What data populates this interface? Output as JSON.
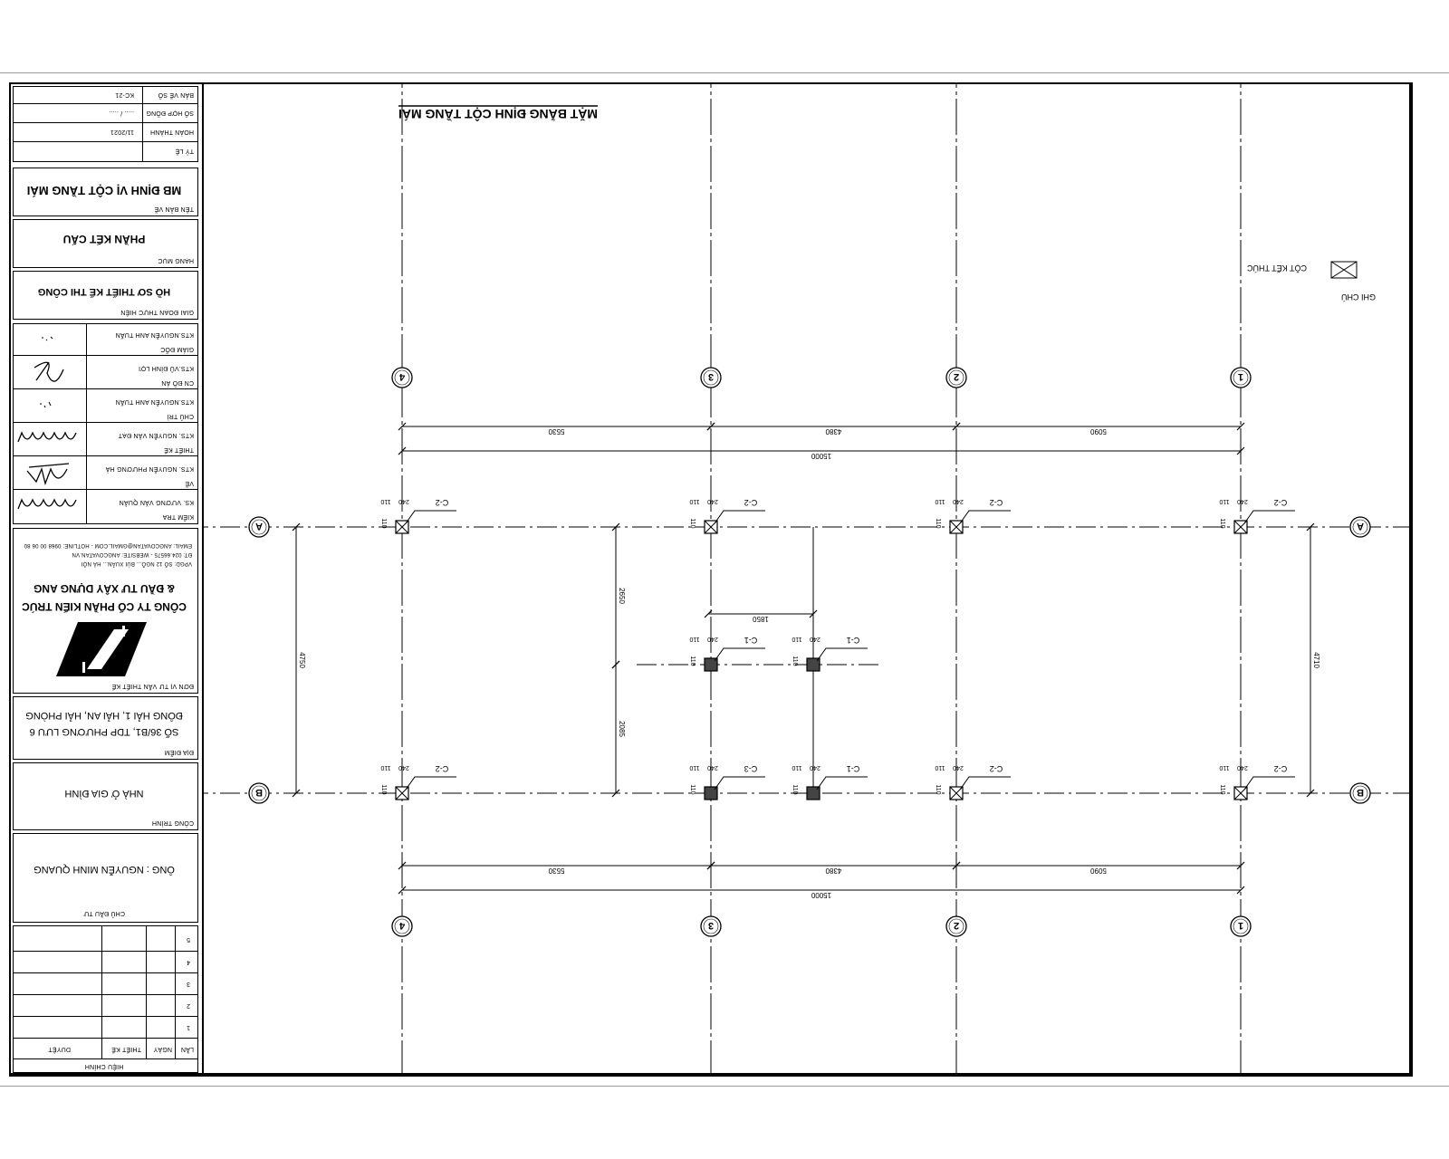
{
  "drawing": {
    "title": "MẶT BẰNG ĐỊNH CỘT TẦNG MÁI",
    "legend": {
      "note_label": "GHI CHÚ",
      "symbol_label": "CỘT KẾT THÚC"
    },
    "grid_axes_numbers": [
      "1",
      "2",
      "3",
      "4"
    ],
    "grid_axes_letters": [
      "A",
      "B"
    ],
    "dimensions": {
      "overall": "15000",
      "spans": [
        "5090",
        "4380",
        "5530"
      ],
      "vertical_left": "4750",
      "vertical_right": "4710",
      "inner_vertical": [
        "2650",
        "2085"
      ],
      "inner_horizontal": "1850",
      "column_offsets": [
        "110",
        "240",
        "110"
      ]
    },
    "column_tags": [
      "C-1",
      "C-2",
      "C-3"
    ]
  },
  "title_block": {
    "revision": {
      "header": "HIỆU CHỈNH",
      "cols": [
        "LẦN",
        "NGÀY",
        "THIẾT KẾ",
        "DUYỆT"
      ],
      "rows": [
        "1",
        "2",
        "3",
        "4",
        "5"
      ]
    },
    "owner": {
      "label": "CHỦ ĐẦU TƯ",
      "value": "ÔNG : NGUYỄN MINH QUANG"
    },
    "project": {
      "label": "CÔNG TRÌNH",
      "value": "NHÀ Ở GIA ĐÌNH"
    },
    "location": {
      "label": "ĐỊA ĐIỂM",
      "line1": "SỐ 36/B1, TDP PHƯƠNG LƯU 6",
      "line2": "ĐÔNG HẢI 1, HẢI AN, HẢI PHÒNG"
    },
    "consultant": {
      "label": "ĐƠN VỊ TƯ VẤN THIẾT KẾ",
      "name1": "CÔNG TY CỔ PHẦN KIẾN TRÚC",
      "name2": "& ĐẦU TƯ XÂY DỰNG ANG",
      "contact1": "VPGD: SỐ 12 NGÕ...  BÙI XUÂN...  HÀ NỘI",
      "contact2": "ĐT: 024.66575 - WEBSITE: ANGCOVATAN.VN",
      "contact3": "EMAIL: ANGCOVATAN@GMAIL.COM - HOTLINE: 0968 00 06 80"
    },
    "people": [
      {
        "role": "GIÁM ĐỐC",
        "name": "KTS.NGUYỄN ANH TUẤN"
      },
      {
        "role": "CN ĐỒ ÁN",
        "name": "KTS.VŨ ĐÌNH LỢI"
      },
      {
        "role": "CHỦ TRÌ",
        "name": "KTS.NGUYỄN ANH TUẤN"
      },
      {
        "role": "THIẾT KẾ",
        "name": "KTS. NGUYỄN VĂN ĐẠT"
      },
      {
        "role": "VẼ",
        "name": "KTS. NGUYỄN PHƯƠNG HÀ"
      },
      {
        "role": "KIỂM TRA",
        "name": "KS. VƯƠNG VĂN QUÂN"
      }
    ],
    "phase": {
      "label": "GIAI ĐOẠN THỰC HIỆN",
      "value": "HỒ SƠ THIẾT KẾ THI CÔNG"
    },
    "category": {
      "label": "HẠNG MỤC",
      "value": "PHẦN KẾT CẤU"
    },
    "sheet_name": {
      "label": "TÊN BẢN VẼ",
      "value": "MB ĐỊNH VỊ CỘT TẦNG MÁI"
    },
    "meta": [
      {
        "label": "TỶ LỆ",
        "value": ""
      },
      {
        "label": "HOÀN THÀNH",
        "value": "11/2021"
      },
      {
        "label": "SỐ HỢP ĐỒNG",
        "value": "..... / ....."
      },
      {
        "label": "BẢN VẼ SỐ",
        "value": "KC-21"
      }
    ]
  }
}
